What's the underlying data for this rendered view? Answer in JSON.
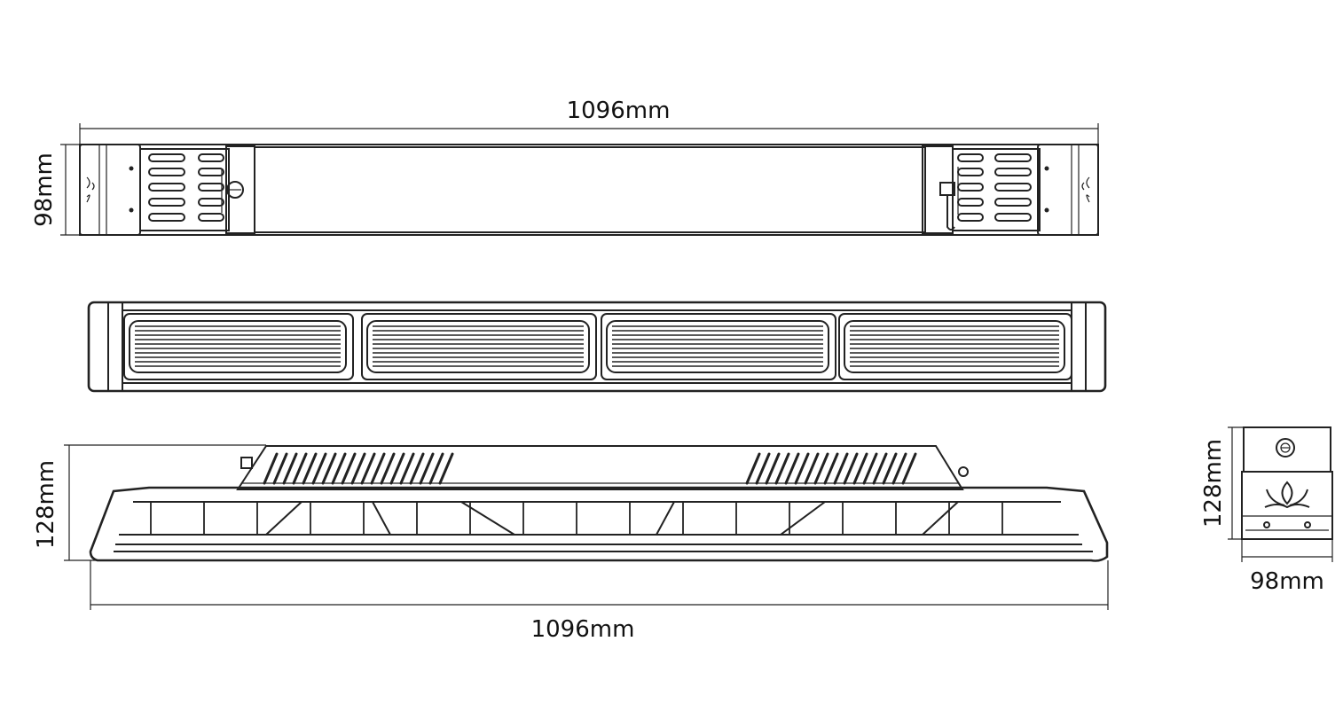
{
  "dimensions": {
    "top_view_width": "1096mm",
    "top_view_height": "98mm",
    "side_view_height": "128mm",
    "side_view_width": "1096mm",
    "end_view_height": "128mm",
    "end_view_width": "98mm"
  },
  "colors": {
    "line": "#222222",
    "background": "#ffffff"
  }
}
